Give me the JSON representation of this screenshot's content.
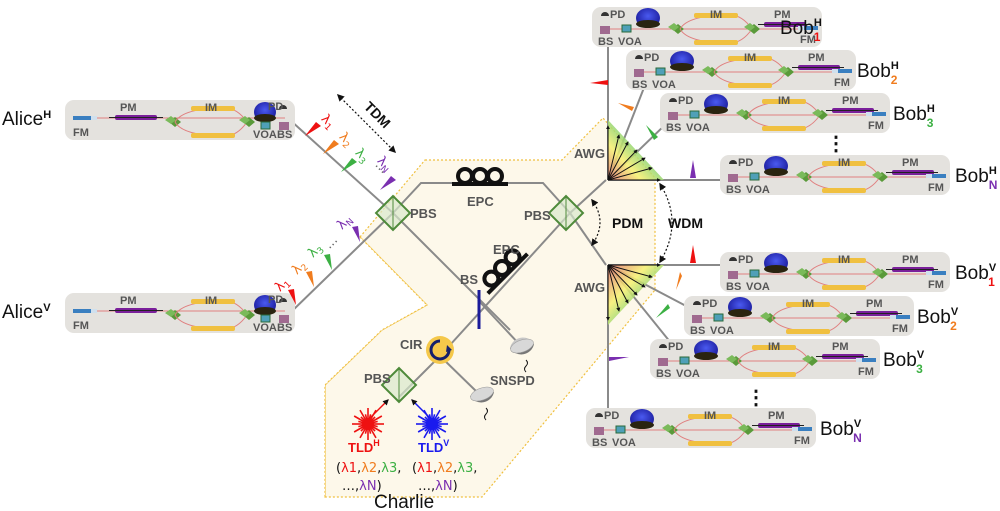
{
  "colors": {
    "lambda1": "#ee1111",
    "lambda2": "#f07c1e",
    "lambda3": "#3cb043",
    "lambdaN": "#7a2fb0",
    "tld_h": "#ee1111",
    "tld_v": "#1a1aee",
    "charlie_bg": "#fdf8ea",
    "charlie_border": "#f0c040",
    "module_bg": "#e4e2de",
    "pbs": "#4e8a3a",
    "bs_line": "#1b1b9a",
    "cir_ring": "#f5c84a",
    "cir_arrow": "#15206b"
  },
  "alice": [
    {
      "name": "Alice",
      "sup": "H"
    },
    {
      "name": "Alice",
      "sup": "V"
    }
  ],
  "module_labels": {
    "fm": "FM",
    "pm": "PM",
    "im": "IM",
    "pd": "PD",
    "voa": "VOA",
    "bs": "BS"
  },
  "wavelengths": {
    "l1": "λ1",
    "l2": "λ2",
    "l3": "λ3",
    "lN": "λN",
    "symbol": "λ",
    "s1": "1",
    "s2": "2",
    "s3": "3",
    "sN": "N",
    "dots": "···"
  },
  "multiplexing": {
    "tdm": "TDM",
    "pdm": "PDM",
    "wdm": "WDM"
  },
  "charlie": {
    "title": "Charlie",
    "pbs_left": "PBS",
    "pbs_right": "PBS",
    "pbs_bottom": "PBS",
    "epc_top": "EPC",
    "epc_diag": "EPC",
    "bs": "BS",
    "cir": "CIR",
    "snspd": "SNSPD",
    "awg_top": "AWG",
    "awg_bottom": "AWG",
    "tld_h": {
      "name": "TLD",
      "sup": "H"
    },
    "tld_v": {
      "name": "TLD",
      "sup": "V"
    },
    "tld_list_line1": {
      "open": "(",
      "l1": "λ1",
      "c1": ",",
      "l2": "λ2",
      "c2": ",",
      "l3": "λ3",
      "c3": ","
    },
    "tld_list_line2": {
      "dots": "…,",
      "lN": "λN",
      "close": ")"
    }
  },
  "bobs": [
    {
      "name": "Bob",
      "sup": "H",
      "sub": "1"
    },
    {
      "name": "Bob",
      "sup": "H",
      "sub": "2"
    },
    {
      "name": "Bob",
      "sup": "H",
      "sub": "3"
    },
    {
      "name": "Bob",
      "sup": "H",
      "sub": "N"
    },
    {
      "name": "Bob",
      "sup": "V",
      "sub": "1"
    },
    {
      "name": "Bob",
      "sup": "V",
      "sub": "2"
    },
    {
      "name": "Bob",
      "sup": "V",
      "sub": "3"
    },
    {
      "name": "Bob",
      "sup": "V",
      "sub": "N"
    }
  ],
  "ellipsis_vertical": "⋮"
}
